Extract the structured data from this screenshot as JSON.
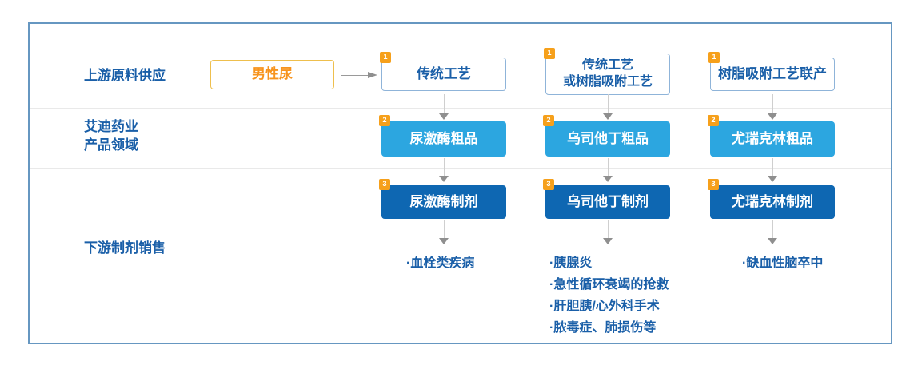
{
  "rows": [
    {
      "label": "上游原料供应"
    },
    {
      "label": "艾迪药业\n产品领域"
    },
    {
      "label": "下游制剂销售"
    }
  ],
  "source": {
    "label": "男性尿"
  },
  "badges": {
    "process": "1",
    "crude": "2",
    "formulation": "3"
  },
  "columns": [
    {
      "process": "传统工艺",
      "crude": "尿激酶粗品",
      "formulation": "尿激酶制剂",
      "indications": [
        "·血栓类疾病"
      ]
    },
    {
      "process": "传统工艺\n或树脂吸附工艺",
      "crude": "乌司他丁粗品",
      "formulation": "乌司他丁制剂",
      "indications": [
        "·胰腺炎",
        "·急性循环衰竭的抢救",
        "·肝胆胰/心外科手术",
        "·脓毒症、肺损伤等"
      ]
    },
    {
      "process": "树脂吸附工艺联产",
      "crude": "尤瑞克林粗品",
      "formulation": "尤瑞克林制剂",
      "indications": [
        "·缺血性脑卒中"
      ]
    }
  ],
  "colors": {
    "frame_border": "#6697c1",
    "divider": "#e9e9e9",
    "label_blue": "#1a5fa8",
    "process_box_border": "#8fb4d9",
    "source_box_border": "#eebf4d",
    "source_text_orange": "#f7941e",
    "crude_box_bg": "#2ca6e0",
    "formulation_box_bg": "#0e67b2",
    "badge_bg": "#f6a01b",
    "arrow_gray": "#8f8f8f"
  }
}
